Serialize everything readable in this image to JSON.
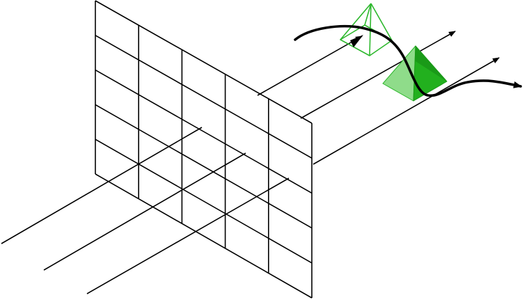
{
  "diagram": {
    "grid": {
      "columns": 5,
      "rows": 5
    },
    "colors": {
      "line": "#000000",
      "pyramid_outline": "#2db82d",
      "pyramid_fill_light": "#8fdc8a",
      "pyramid_fill_dark": "#22b01e",
      "pyramid_fill_darker": "#1a9a18"
    },
    "rays": {
      "count": 3
    },
    "pyramids": [
      {
        "name": "wireframe-pyramid",
        "style": "outline"
      },
      {
        "name": "solid-pyramid",
        "style": "filled"
      }
    ]
  }
}
